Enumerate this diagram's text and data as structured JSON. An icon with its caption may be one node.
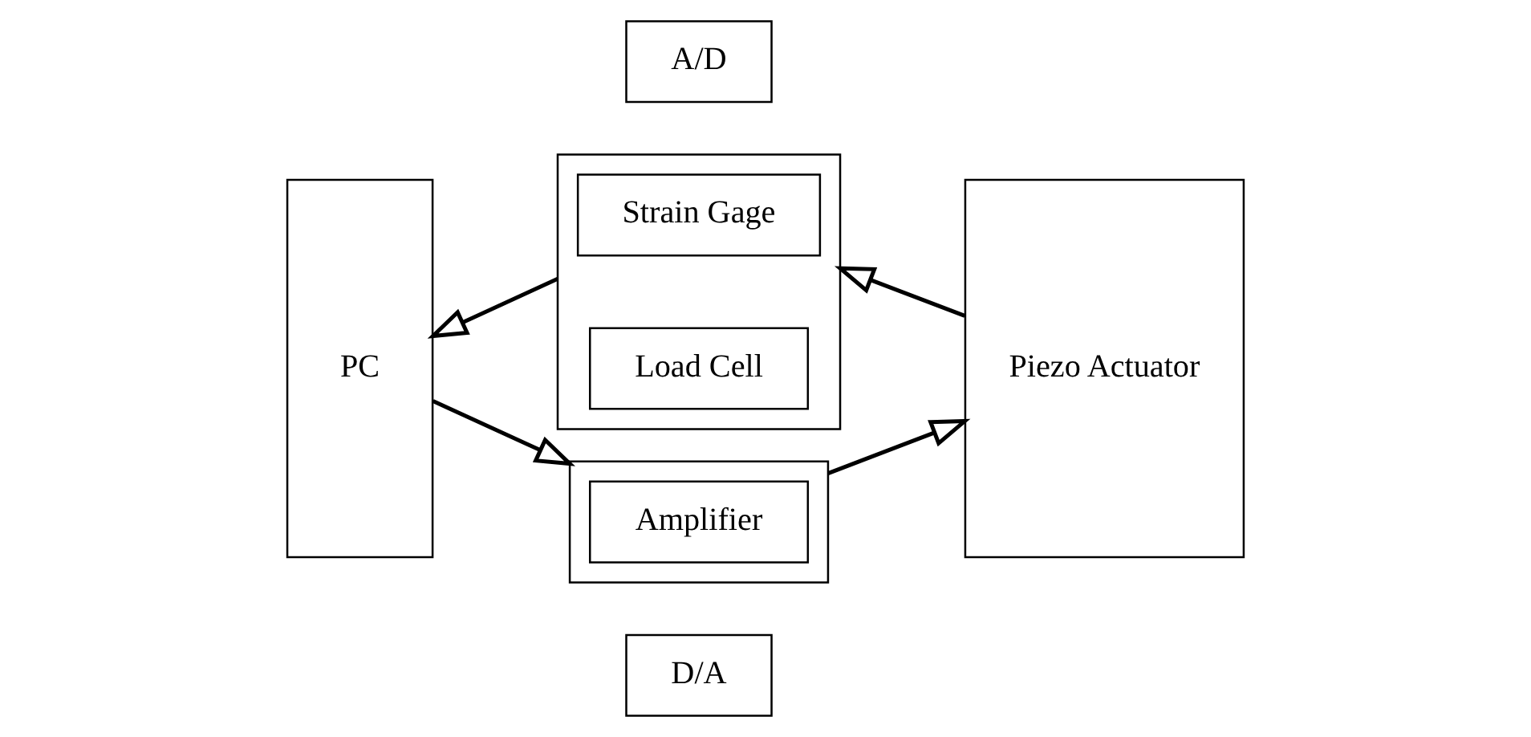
{
  "diagram": {
    "nodes": [
      {
        "text": [
          "PC"
        ]
      },
      {
        "text": [
          "A/D"
        ]
      },
      {
        "text": [],
        "shape": "box"
      },
      {
        "text": [
          "Strain Gage"
        ],
        "in": 2
      },
      {
        "text": [
          "Load Cell"
        ],
        "in": 2
      },
      {
        "text": [],
        "shape": "box"
      },
      {
        "text": [
          "Amplifier"
        ],
        "in": 5
      },
      {
        "text": [
          "D/A"
        ]
      },
      {
        "text": [
          "Piezo Actuator"
        ]
      }
    ],
    "edges": [
      {
        "from": 2,
        "to": 0,
        "arrow": "to"
      },
      {
        "from": 8,
        "to": 2,
        "arrow": "to"
      },
      {
        "from": 0,
        "to": 5,
        "arrow": "to"
      },
      {
        "from": 5,
        "to": 8,
        "arrow": "to"
      }
    ]
  }
}
